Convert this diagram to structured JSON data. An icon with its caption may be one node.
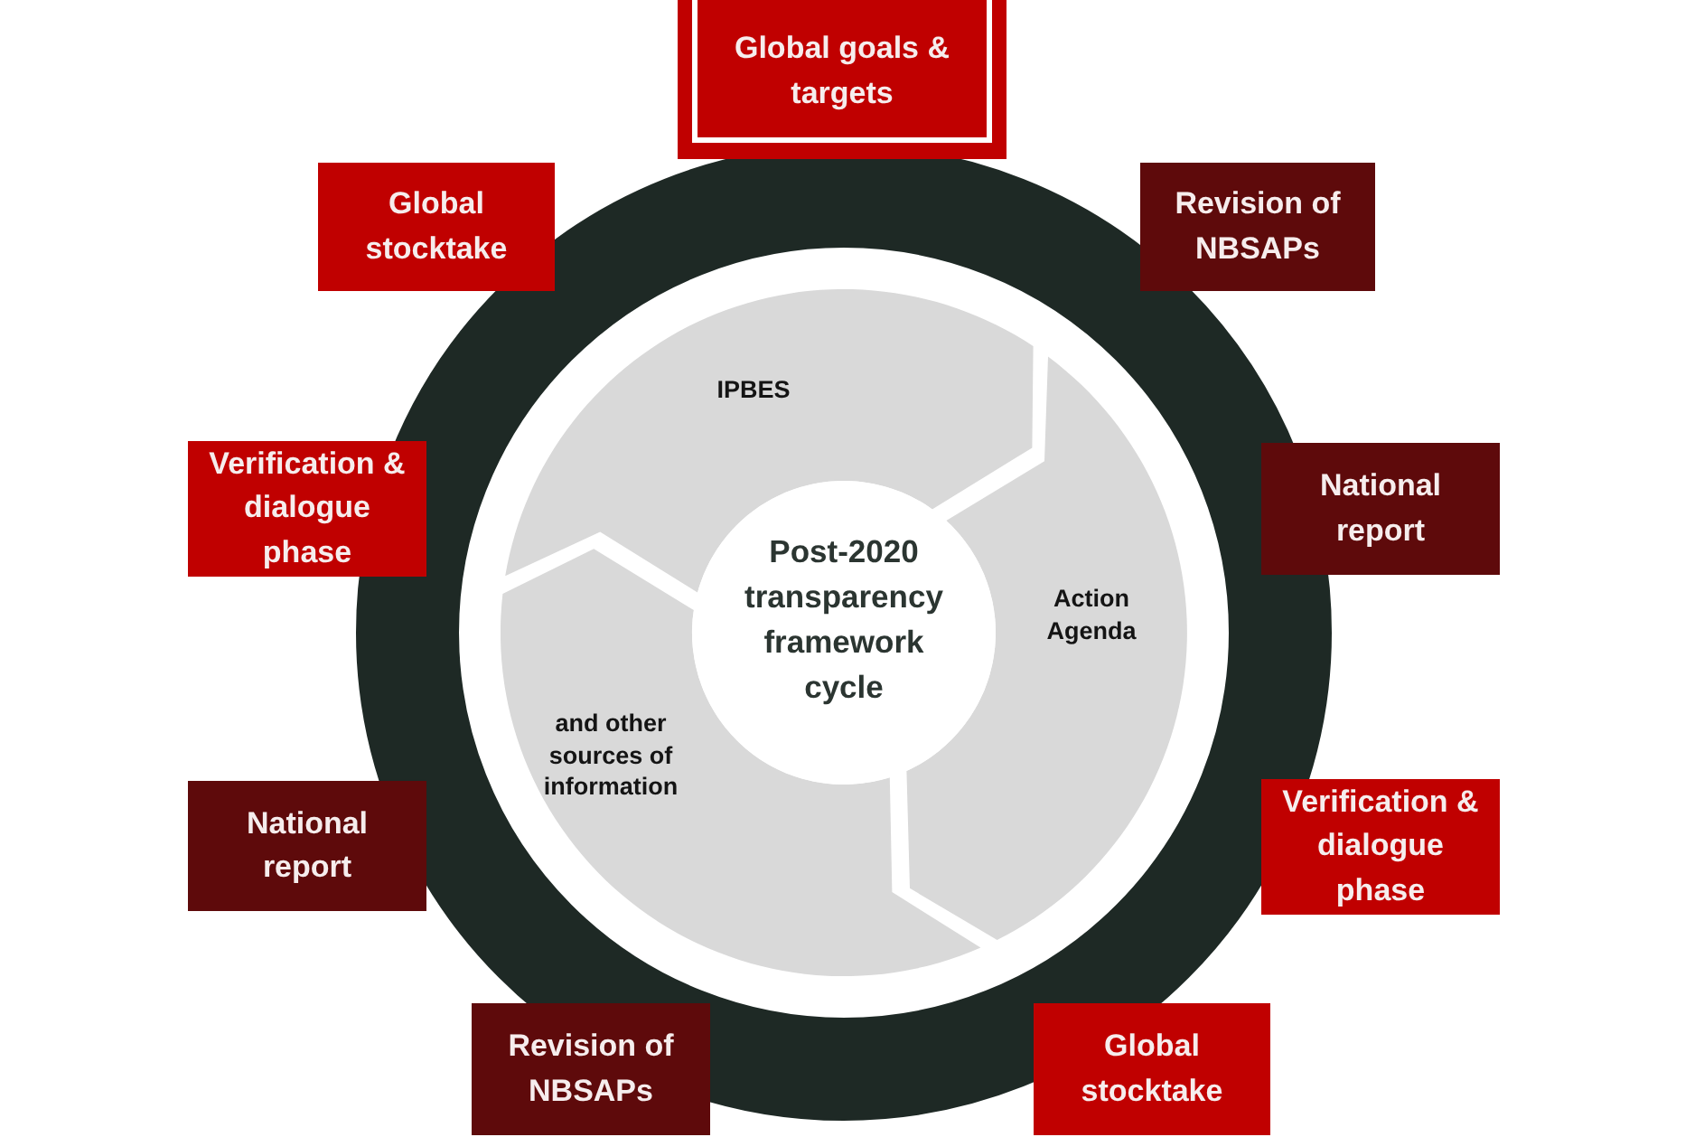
{
  "diagram": {
    "nodes": [
      {
        "text": [
          "Global goals & targets"
        ]
      },
      {
        "text": [
          "Global stocktake"
        ]
      },
      {
        "text": [
          "Revision of NBSAPs"
        ]
      },
      {
        "text": [
          "IPBES"
        ]
      },
      {
        "text": [
          "Verification & dialogue phase"
        ]
      },
      {
        "text": [
          "National report"
        ]
      },
      {
        "text": [
          "Post-2020 transparency framework cycle"
        ]
      },
      {
        "text": [
          "Action Agenda"
        ]
      },
      {
        "text": [
          "and other sources of information"
        ]
      },
      {
        "text": [
          "National report"
        ]
      },
      {
        "text": [
          "Verification & dialogue phase"
        ]
      },
      {
        "text": [
          "Revision of NBSAPs"
        ]
      },
      {
        "text": [
          "Global stocktake"
        ]
      }
    ]
  }
}
